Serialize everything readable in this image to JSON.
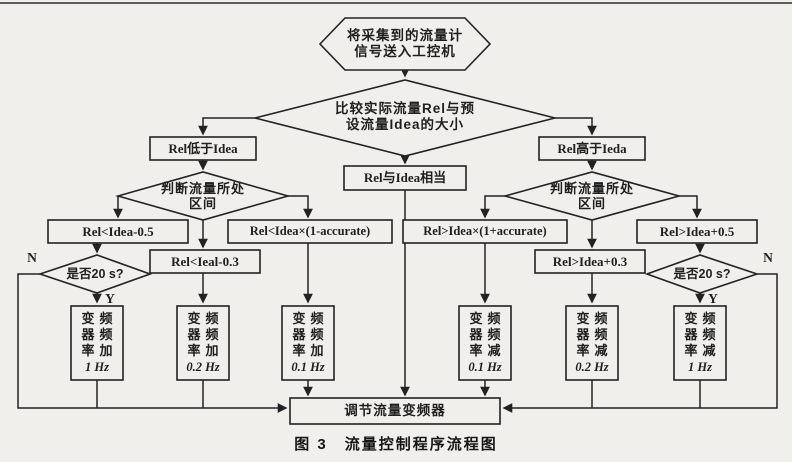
{
  "figure": {
    "caption": "图 3　流量控制程序流程图"
  },
  "colors": {
    "ink": "#222222",
    "paper": "#f0efeb"
  },
  "flowchart": {
    "start": {
      "line1": "将采集到的流量计",
      "line2": "信号送入工控机"
    },
    "compare": {
      "line1": "比较实际流量Rel与预",
      "line2": "设流量Idea的大小"
    },
    "branch_low": "Rel低于Idea",
    "branch_equal": "Rel与Idea相当",
    "branch_high": "Rel高于Ieda",
    "judge_interval": {
      "line1": "判断流量所处",
      "line2": "区间"
    },
    "conditions": {
      "left": [
        "Rel<Idea-0.5",
        "Rel<Ieal-0.3",
        "Rel<Idea×(1-accurate)"
      ],
      "right": [
        "Rel>Idea×(1+accurate)",
        "Rel>Idea+0.3",
        "Rel>Idea+0.5"
      ]
    },
    "timer_question": "是否20 s?",
    "decision": {
      "yes": "Y",
      "no": "N"
    },
    "actions": [
      {
        "line1": "变频",
        "line2": "器频",
        "line3": "率加",
        "value": "1 Hz"
      },
      {
        "line1": "变频",
        "line2": "器频",
        "line3": "率加",
        "value": "0.2 Hz"
      },
      {
        "line1": "变频",
        "line2": "器频",
        "line3": "率加",
        "value": "0.1 Hz"
      },
      {
        "line1": "变频",
        "line2": "器频",
        "line3": "率减",
        "value": "0.1 Hz"
      },
      {
        "line1": "变频",
        "line2": "器频",
        "line3": "率减",
        "value": "0.2 Hz"
      },
      {
        "line1": "变频",
        "line2": "器频",
        "line3": "率减",
        "value": "1 Hz"
      }
    ],
    "final": "调节流量变频器"
  }
}
